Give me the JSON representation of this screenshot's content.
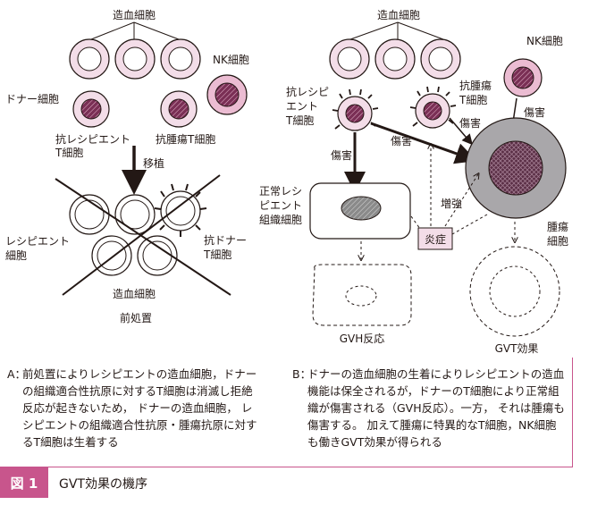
{
  "panel_a": {
    "label_hsc": "造血細胞",
    "label_nk": "NK細胞",
    "label_donor": "ドナー細胞",
    "label_anti_recipient": [
      "抗レシピエント",
      "T細胞"
    ],
    "label_anti_tumor": "抗腫瘍T細胞",
    "label_transplant": "移植",
    "label_recipient": [
      "レシピエント",
      "細胞"
    ],
    "label_anti_donor": [
      "抗ドナー",
      "T細胞"
    ],
    "label_hsc_bottom": "造血細胞",
    "label_pretreatment": "前処置"
  },
  "panel_b": {
    "label_hsc": "造血細胞",
    "label_nk": "NK細胞",
    "label_anti_recipient": [
      "抗レシピ",
      "エント",
      "T細胞"
    ],
    "label_anti_tumor": [
      "抗腫瘍",
      "T細胞"
    ],
    "label_injury_1": "傷害",
    "label_injury_2": "傷害",
    "label_injury_3": "傷害",
    "label_injury_nk": "傷害",
    "label_normal_tissue": [
      "正常レシ",
      "ピエント",
      "組織細胞"
    ],
    "label_enhance": "増強",
    "label_inflammation": "炎症",
    "label_tumor": [
      "腫瘍",
      "細胞"
    ],
    "label_gvh": "GVH反応",
    "label_gvt": "GVT効果"
  },
  "captions": {
    "a_key": "A：",
    "a_text": "前処置によりレシピエントの造血細胞，ドナーの組織適合性抗原に対するT細胞は消滅し拒絶反応が起きないため， ドナーの造血細胞， レシピエントの組織適合性抗原・腫瘍抗原に対するT細胞は生着する",
    "b_key": "B：",
    "b_text": "ドナーの造血細胞の生着によりレシピエントの造血機能は保全されるが，ドナーのT細胞により正常組織が傷害される（GVH反応）。一方， それは腫瘍も傷害する。 加えて腫瘍に特異的なT細胞，NK細胞も働きGVT効果が得られる"
  },
  "figure": {
    "number": "図 1",
    "title": "GVT効果の機序"
  },
  "colors": {
    "pink_fill": "#f3dde8",
    "nk_fill": "#ebbcd2",
    "accent": "#c8558c",
    "nucleus": "#7a2f55",
    "tumor": "#a9a7aa",
    "tumor_core": "#5a2e45"
  }
}
